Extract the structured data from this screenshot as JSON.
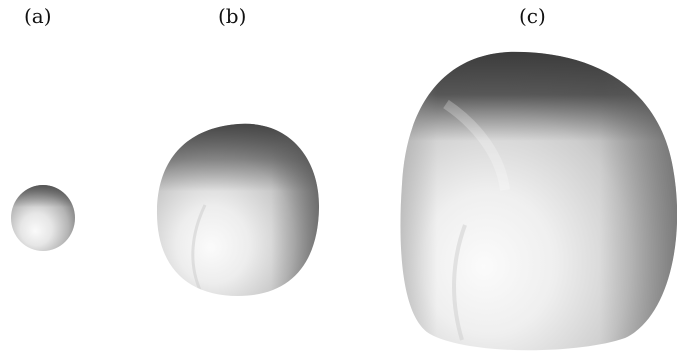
{
  "panels": [
    {
      "id": "a",
      "label": "(a)"
    },
    {
      "id": "b",
      "label": "(b)"
    },
    {
      "id": "c",
      "label": "(c)"
    }
  ],
  "colors": {
    "background": "#ffffff",
    "highlight": "#f4f4f4",
    "midtone": "#c8c8c8",
    "shadow": "#5a5a5a",
    "dark": "#3c3c3c"
  }
}
